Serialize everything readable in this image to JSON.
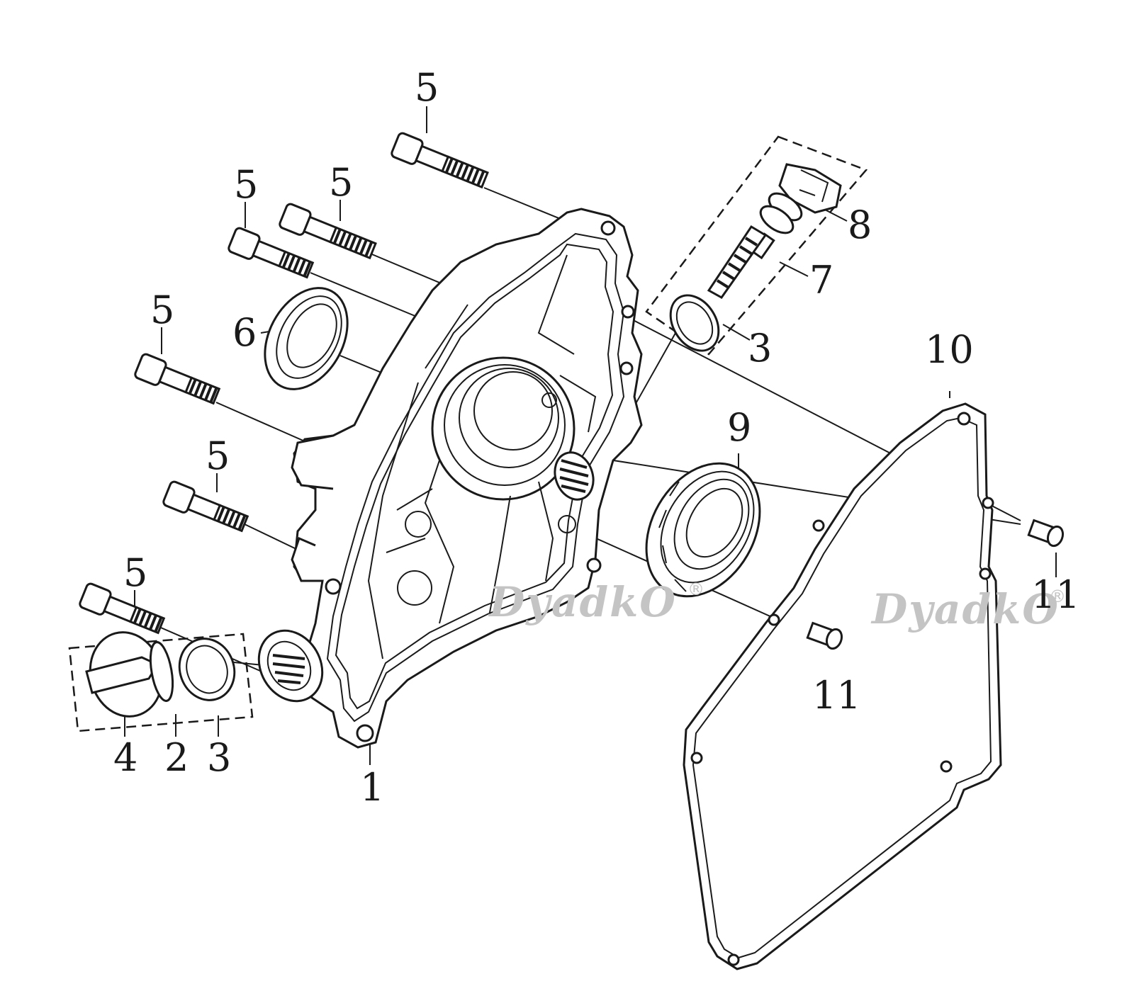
{
  "labels": {
    "bolt_top": "5",
    "bolt_upper_center": "5",
    "bolt_upper_left": "5",
    "bolt_left": "5",
    "bolt_mid_left": "5",
    "bolt_lower_left": "5",
    "oil_seal": "6",
    "dipstick_assembly": "7",
    "dipstick_cap": "8",
    "o_ring_top": "3",
    "gasket": "10",
    "bearing": "9",
    "dowel_right": "11",
    "dowel_lower": "11",
    "crankcase_cover": "1",
    "drain_plug": "4",
    "drain_assembly": "2",
    "o_ring_lower": "3"
  },
  "watermark": {
    "text": "DyadkO",
    "registered": "®"
  }
}
